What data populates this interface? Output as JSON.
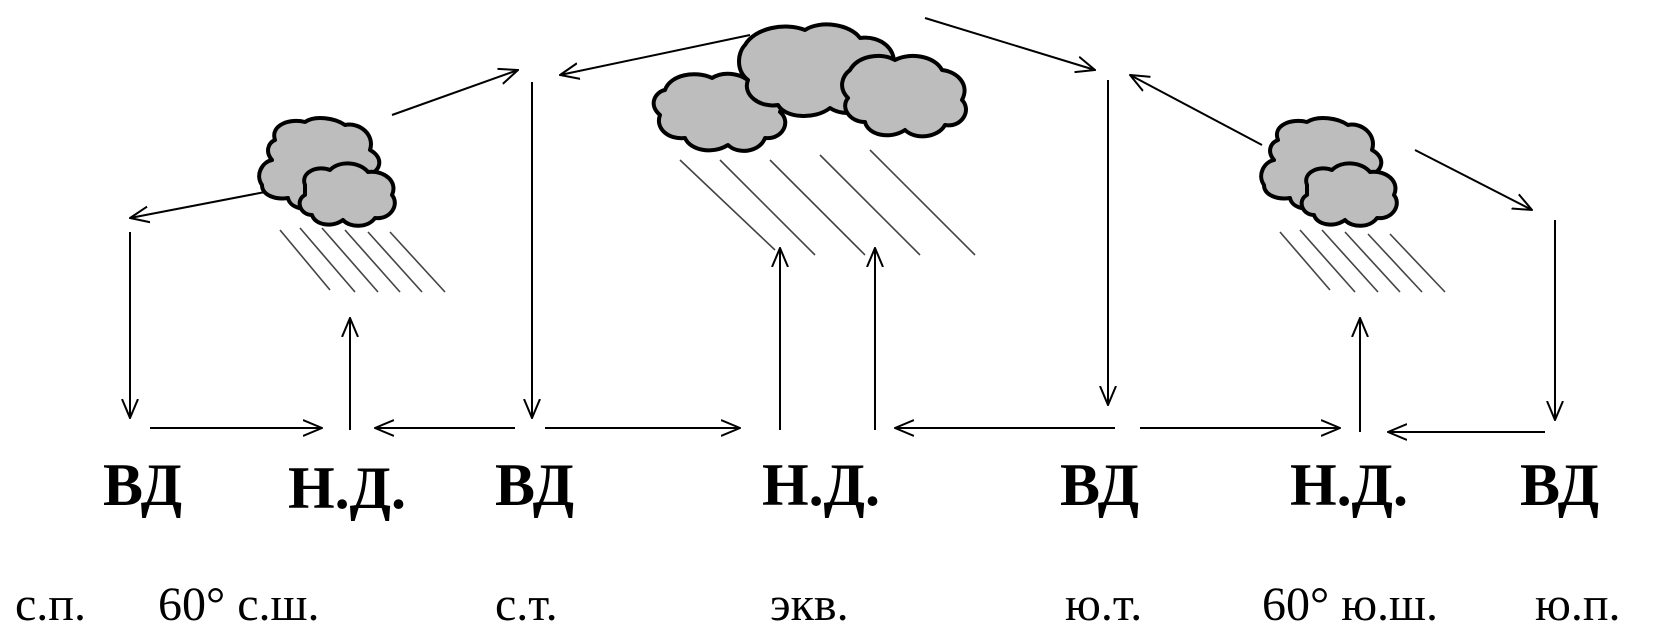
{
  "pressure_labels": [
    "ВД",
    "Н.Д.",
    "ВД",
    "Н.Д.",
    "ВД",
    "Н.Д.",
    "ВД"
  ],
  "latitude_labels": {
    "north_pole": "с.п.",
    "north_60": "60° с.ш.",
    "north_tropic": "с.т.",
    "equator": "экв.",
    "south_tropic": "ю.т.",
    "south_60": "60° ю.ш.",
    "south_pole": "ю.п."
  },
  "colors": {
    "cloud_fill": "#bdbdbd",
    "line": "#000000"
  }
}
